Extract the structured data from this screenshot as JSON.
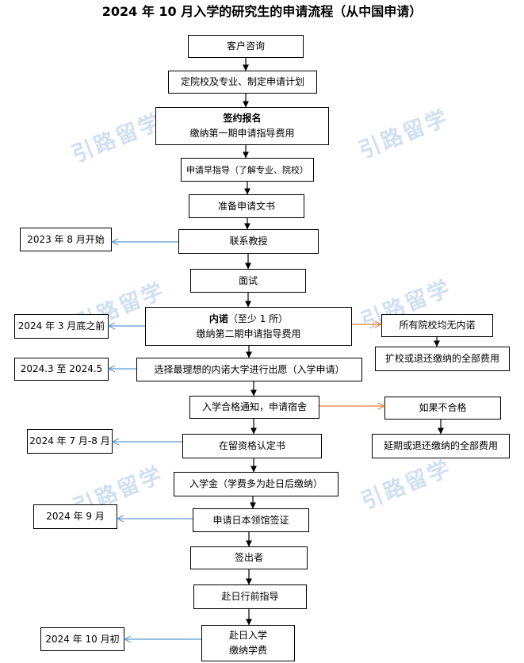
{
  "title": "2024 年 10 月入学的研究生的申请流程（从中国申请）",
  "watermark": "引路留学",
  "steps": [
    {
      "label": "客户咨询"
    },
    {
      "label": "定院校及专业、制定申请计划"
    },
    {
      "line1": "签约报名",
      "line2": "缴纳第一期申请指导费用"
    },
    {
      "label": "申请早指导（了解专业、院校）"
    },
    {
      "label": "准备申请文书"
    },
    {
      "label": "联系教授"
    },
    {
      "label": "面试"
    },
    {
      "line1_bold": "内诺",
      "line1_rest": "（至少 1 所）",
      "line2": "缴纳第二期申请指导费用"
    },
    {
      "label": "选择最理想的内诺大学进行出愿（入学申请）"
    },
    {
      "label": "入学合格通知，申请宿舍"
    },
    {
      "label": "在留资格认定书"
    },
    {
      "label": "入学金（学费多为赴日后缴纳）"
    },
    {
      "label": "申请日本领馆签证"
    },
    {
      "label": "签出者"
    },
    {
      "label": "赴日行前指导"
    },
    {
      "line1": "赴日入学",
      "line2": "缴纳学费"
    }
  ],
  "date_notes": [
    "2023 年 8 月开始",
    "2024 年 3 月底之前",
    "2024.3 至 2024.5",
    "2024 年 7 月-8 月",
    "2024 年 9 月",
    "2024 年 10 月初"
  ],
  "branches": [
    {
      "condition": "所有院校均无内诺",
      "outcome": "扩校或退还缴纳的全部费用"
    },
    {
      "condition": "如果不合格",
      "outcome": "延期或退还缴纳的全部费用"
    }
  ],
  "colors": {
    "box_border": "#000000",
    "main_arrow": "#000000",
    "date_arrow": "#5b9bd5",
    "branch_arrow": "#ed7d31",
    "watermark": "#cfe0f3"
  }
}
